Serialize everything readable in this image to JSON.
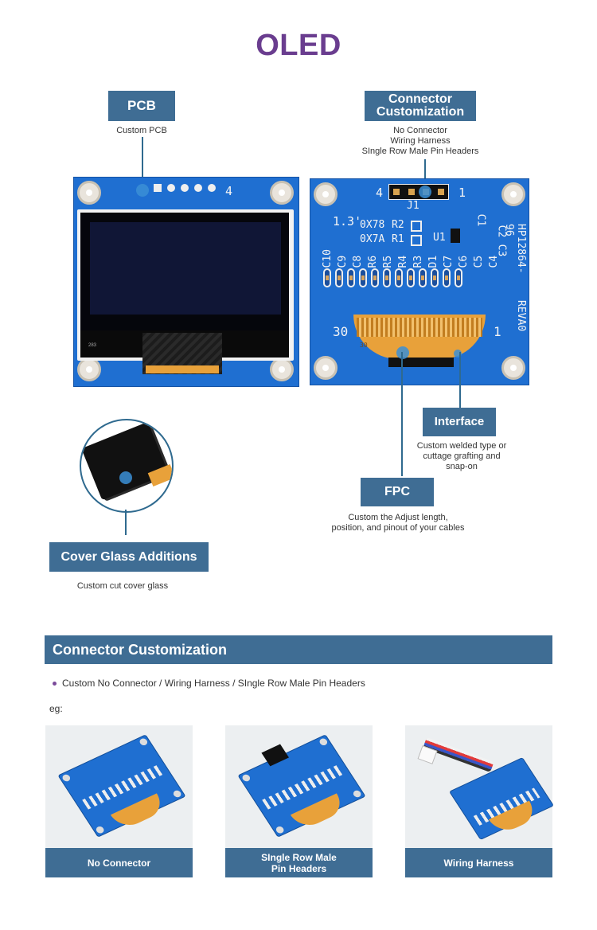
{
  "page_title": "OLED",
  "callouts": {
    "pcb": {
      "label": "PCB",
      "note": "Custom PCB"
    },
    "connector": {
      "label_line1": "Connector",
      "label_line2": "Customization",
      "notes": [
        "No Connector",
        "Wiring Harness",
        "SIngle Row Male  Pin Headers"
      ]
    },
    "interface": {
      "label": "Interface",
      "notes": [
        "Custom welded type or",
        "cuttage grafting and",
        "snap-on"
      ]
    },
    "fpc": {
      "label": "FPC",
      "notes": [
        "Custom the  Adjust length,",
        "position, and pinout of your cables"
      ]
    },
    "cover_glass": {
      "label": "Cover Glass Additions",
      "note": "Custom  cut cover glass"
    }
  },
  "front_board": {
    "pin_label": "4",
    "part_code": "283"
  },
  "back_board": {
    "j1": "J1",
    "pin_left": "4",
    "pin_right": "1",
    "size": "1.3'",
    "addr1": "0X78",
    "addr2": "0X7A",
    "r2": "R2",
    "r1": "R1",
    "u1": "U1",
    "c1": "C1",
    "c2": "C2",
    "c3": "C3",
    "comp_row": [
      "C10",
      "C9",
      "C8",
      "R6",
      "R5",
      "R4",
      "R3",
      "D1",
      "C7",
      "C6",
      "C5",
      "C4"
    ],
    "model": "HP12864-96",
    "rev": "REVA0",
    "fpc_left": "30",
    "fpc_right": "1",
    "fpc_small": "30"
  },
  "section": {
    "title": "Connector  Customization",
    "bullet": "Custom No Connector / Wiring Harness / SIngle Row Male  Pin Headers",
    "eg": "eg:"
  },
  "examples": [
    {
      "label_line1": "No Connector",
      "label_line2": ""
    },
    {
      "label_line1": "SIngle Row Male",
      "label_line2": "Pin Headers"
    },
    {
      "label_line1": "Wiring Harness",
      "label_line2": ""
    }
  ],
  "colors": {
    "accent": "#6a3d8f",
    "tag_bg": "#3f6d94",
    "pcb_blue": "#1f6fd1",
    "fpc_orange": "#e8a13a"
  }
}
